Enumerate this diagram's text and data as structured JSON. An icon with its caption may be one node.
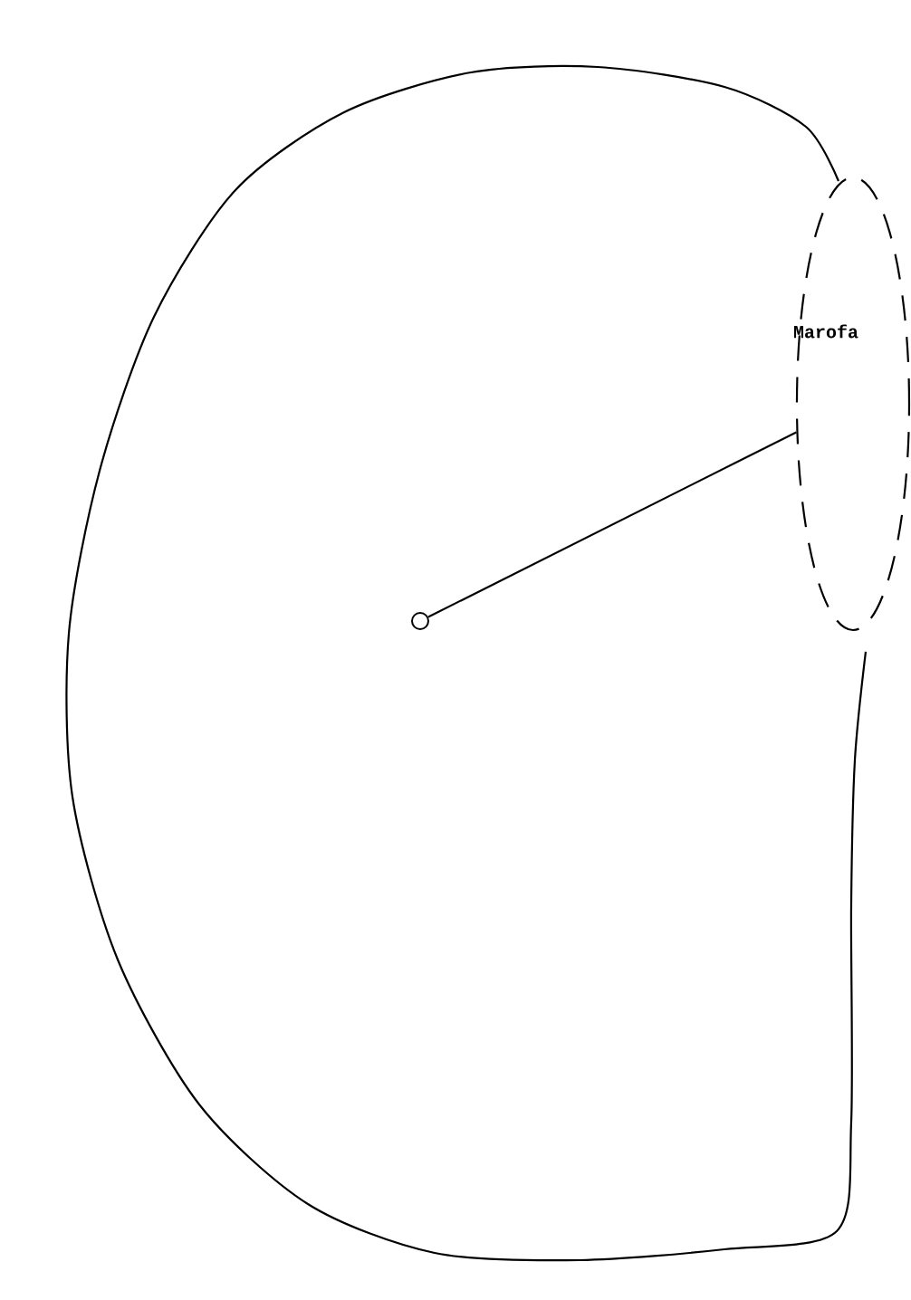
{
  "diagram": {
    "nodes": [
      {
        "text": [],
        "shape": "circle"
      },
      {
        "text": [
          "Marofa"
        ]
      }
    ],
    "edges": [
      {
        "from": 0,
        "to": 1,
        "arrow": "none"
      }
    ]
  }
}
